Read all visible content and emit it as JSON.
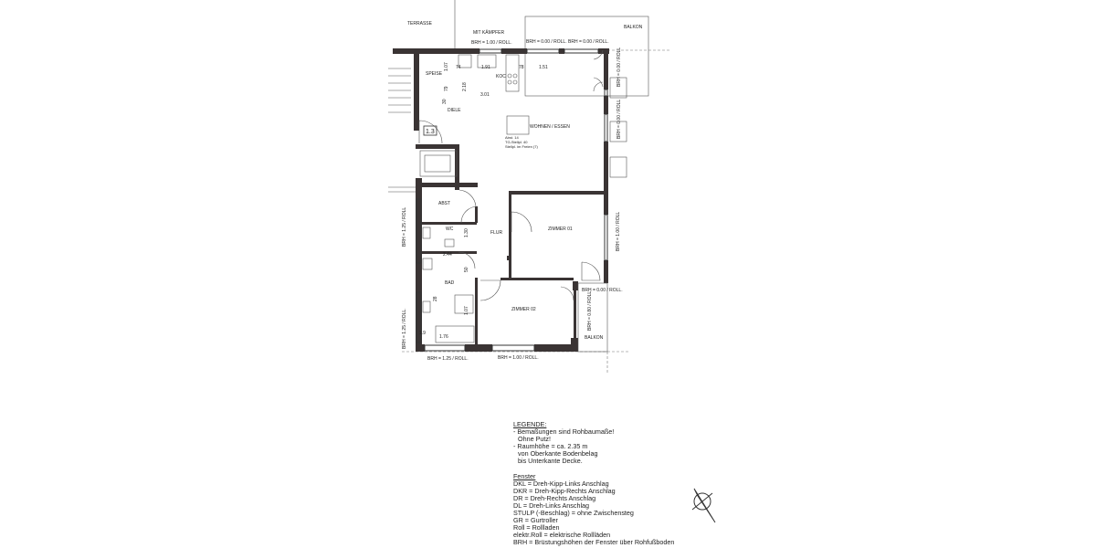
{
  "plan": {
    "rooms": {
      "terrasse": "TERRASSE",
      "balkon_top": "BALKON",
      "speise": "SPEISE",
      "diele": "DIELE",
      "kochen": "KOC",
      "wohnen": "WOHNEN / ESSEN",
      "abst": "ABST",
      "wc": "WC",
      "flur": "FLUR",
      "zimmer01": "ZIMMER 01",
      "bad": "BAD",
      "zimmer02": "ZIMMER 02",
      "balkon_bottom": "BALKON"
    },
    "apartment_number": "1.3",
    "notes": {
      "kaempfer": "MIT KÄMPFER",
      "brh_top_left": "BRH = 1.00 / ROLL.",
      "brh_top_right": "BRH = 0.00 / ROLL. BRH = 0.00 / ROLL.",
      "brh_right_1": "BRH = 0.00 / ROLL",
      "brh_right_2": "BRH = 0.00 / ROLL",
      "brh_right_3": "BRH = 1.00 / ROLL",
      "brh_balkon": "BRH = 0.00 / ROLL.",
      "brh_balkon_v": "BRH = 0.80 / ROLL",
      "brh_left_1": "BRH = 1.25 / ROLL",
      "brh_left_2": "BRH = 1.25 / ROLL.",
      "brh_bottom_1": "BRH = 1.25 / ROLL.",
      "brh_bottom_2": "BRH = 1.00 / ROLL.",
      "parking_1": "Abst. 14",
      "parking_2": "TG-Stellpl. 40",
      "parking_3": "Stellpl. im Freien (7)"
    },
    "dimensions": [
      "1.07",
      "74",
      "1.91",
      "78",
      "1.51",
      "2.18",
      "3.01",
      "79",
      "30",
      "2.44",
      "1.30",
      "50",
      "1.07",
      "1.76",
      "1.9",
      "28"
    ]
  },
  "legend": {
    "title": "LEGENDE:",
    "lines": [
      "- Bemaßungen sind Rohbaumaße!",
      "Ohne Putz!",
      "- Raumhöhe = ca. 2.35 m",
      "von Oberkante Bodenbelag",
      "bis Unterkante Decke."
    ],
    "fenster_title": "Fenster",
    "fenster": [
      "DKL = Dreh-Kipp-Links Anschlag",
      "DKR = Dreh-Kipp-Rechts Anschlag",
      "DR = Dreh-Rechts Anschlag",
      "DL = Dreh-Links Anschlag",
      "STULP (-Beschlag) =  ohne Zwischensteg",
      "GR = Gurtroller",
      "Roll = Rollladen",
      "elektr.Roll = elektrische Rollläden",
      "BRH = Brüstungshöhen der Fenster über Rohfußboden"
    ]
  },
  "north_arrow": "north-arrow-icon"
}
